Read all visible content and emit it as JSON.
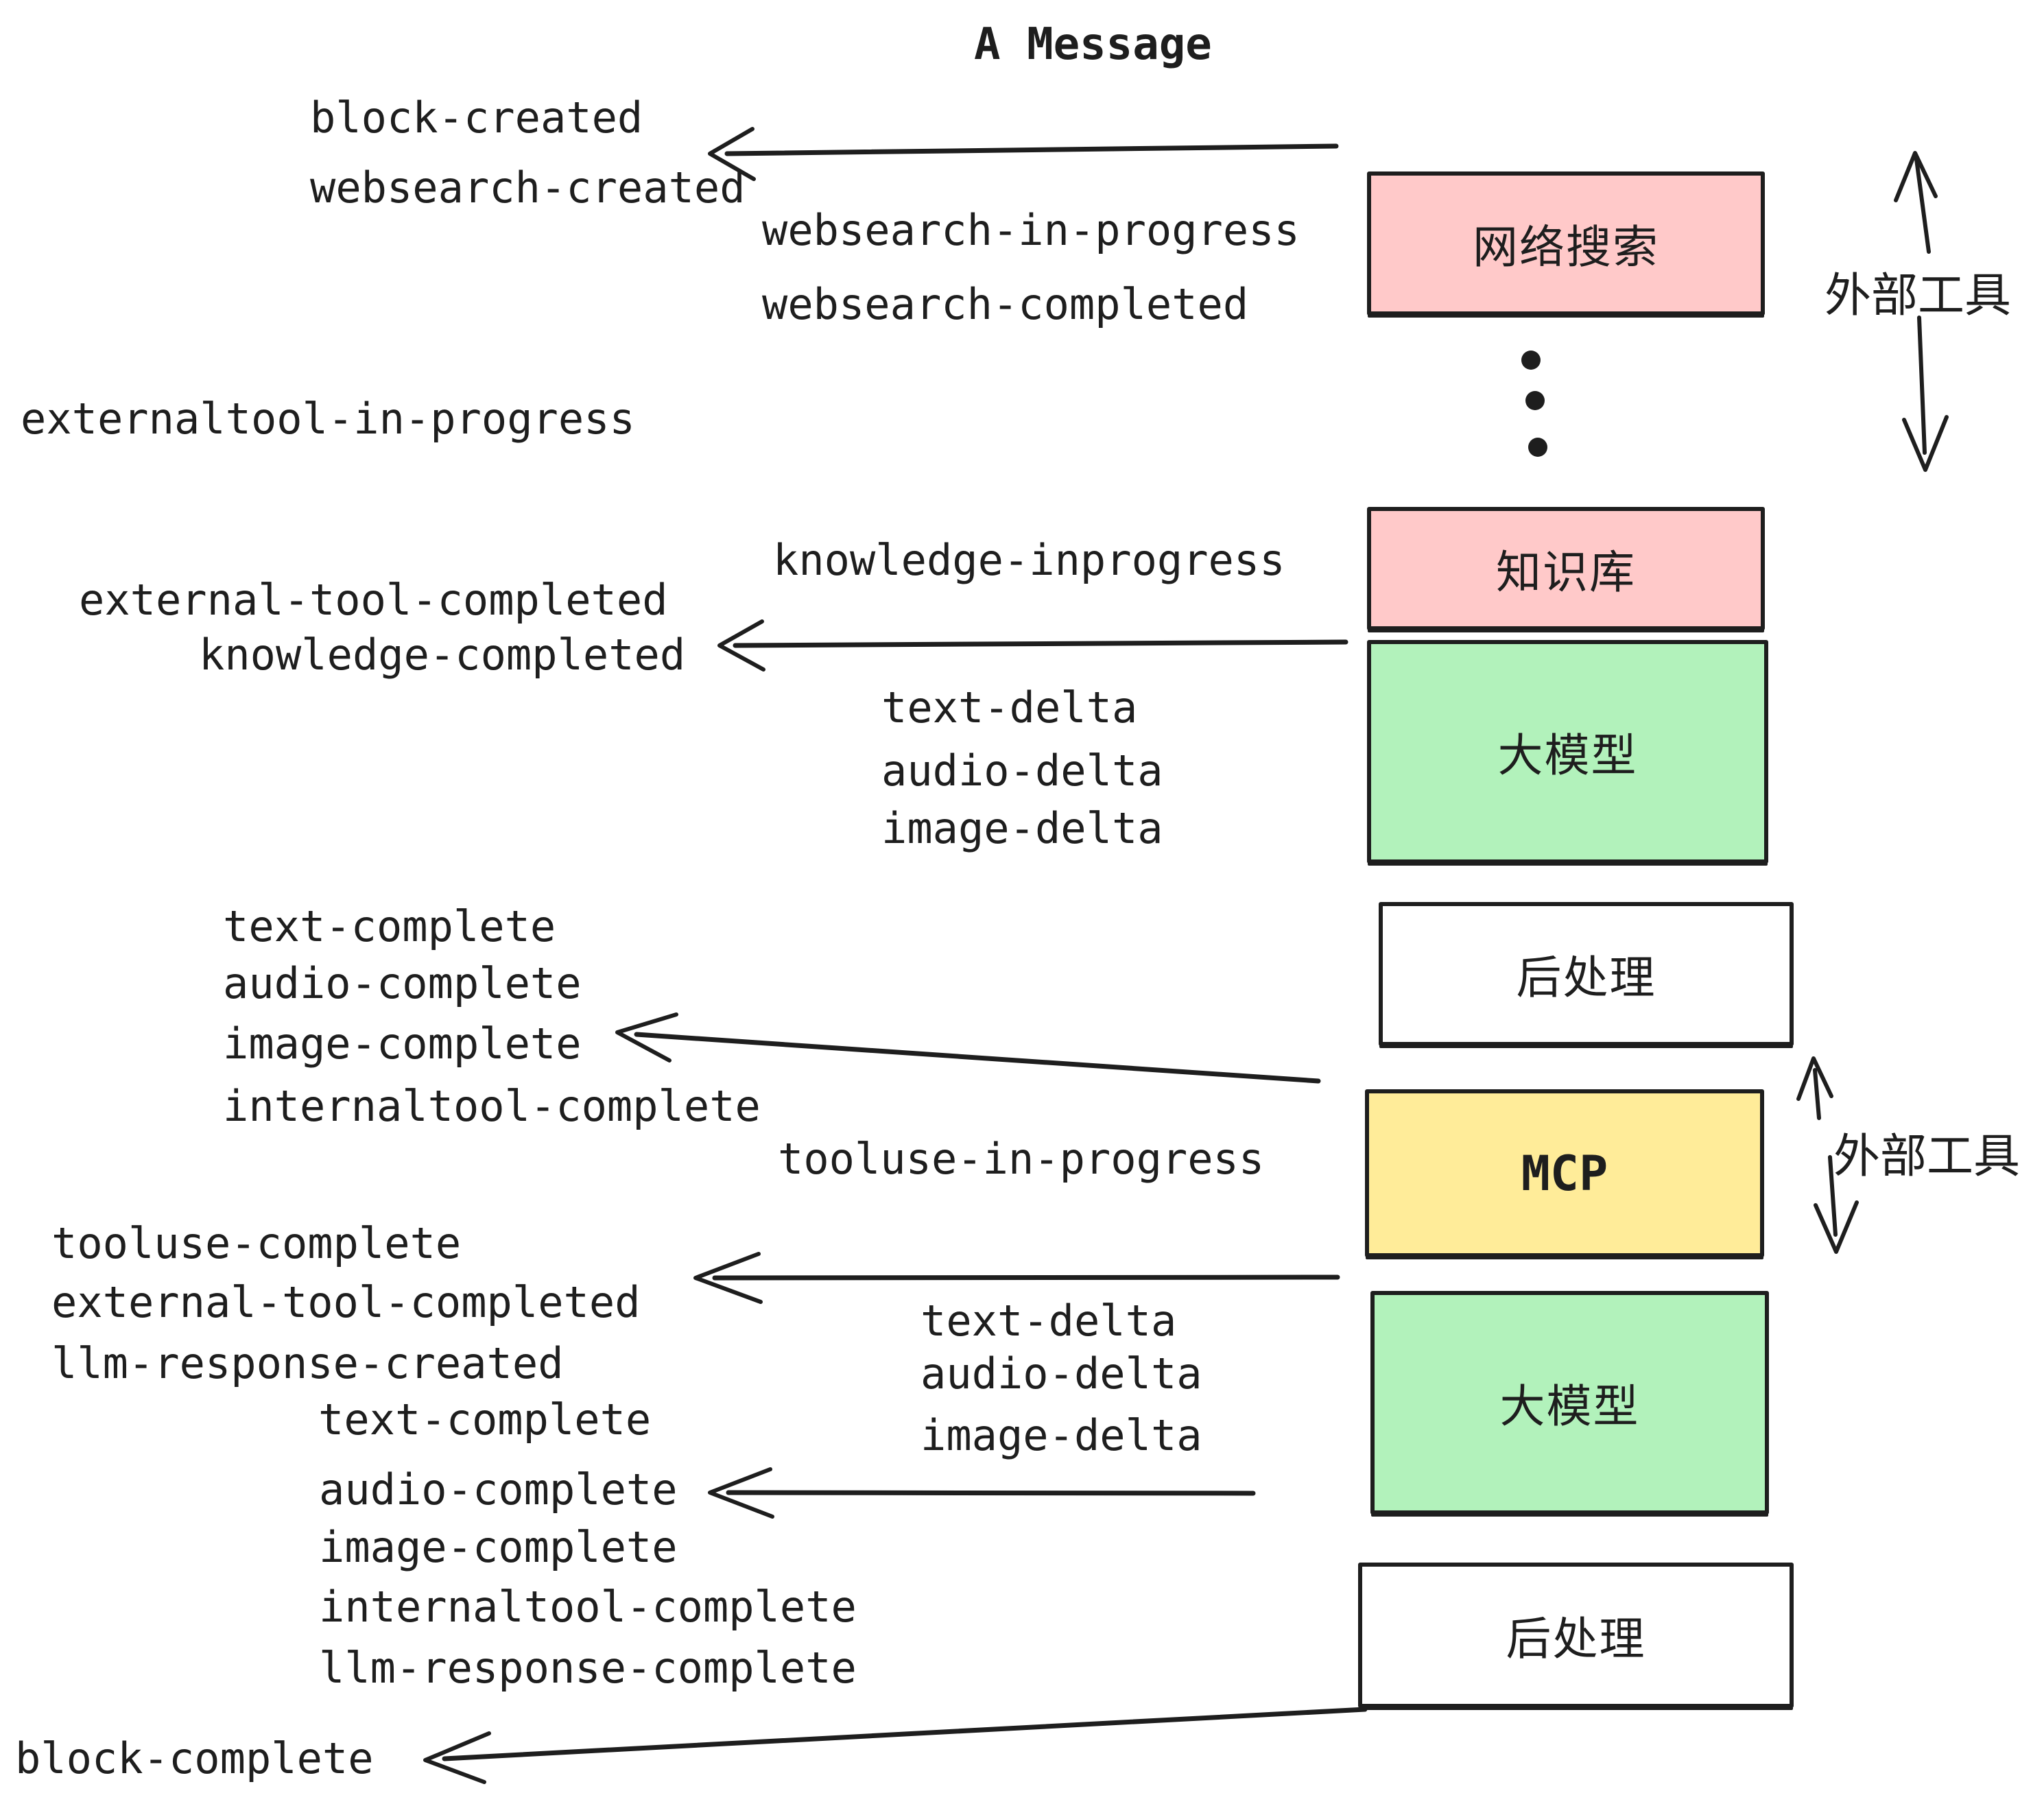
{
  "title": "A Message",
  "colors": {
    "pink": "#ffc9c9",
    "green": "#b2f2bb",
    "yellow": "#ffec99",
    "white": "#ffffff",
    "stroke": "#1e1e1e"
  },
  "boxes": [
    {
      "id": "websearch",
      "label": "网络搜索",
      "color": "pink"
    },
    {
      "id": "knowledge",
      "label": "知识库",
      "color": "pink"
    },
    {
      "id": "llm-1",
      "label": "大模型",
      "color": "green"
    },
    {
      "id": "postprocess-1",
      "label": "后处理",
      "color": "white"
    },
    {
      "id": "mcp",
      "label": "MCP",
      "color": "yellow"
    },
    {
      "id": "llm-2",
      "label": "大模型",
      "color": "green"
    },
    {
      "id": "postprocess-2",
      "label": "后处理",
      "color": "white"
    }
  ],
  "side_labels": {
    "top": "外部工具",
    "mcp": "外部工具"
  },
  "events": {
    "block_created": "block-created",
    "websearch_created": "websearch-created",
    "websearch_in_progress": "websearch-in-progress",
    "websearch_completed": "websearch-completed",
    "externaltool_in_progress": "externaltool-in-progress",
    "knowledge_inprogress": "knowledge-inprogress",
    "external_tool_completed": "external-tool-completed",
    "knowledge_completed": "knowledge-completed",
    "text_delta": "text-delta",
    "audio_delta": "audio-delta",
    "image_delta": "image-delta",
    "text_complete": "text-complete",
    "audio_complete": "audio-complete",
    "image_complete": "image-complete",
    "internaltool_complete": "internaltool-complete",
    "tooluse_in_progress": "tooluse-in-progress",
    "tooluse_complete": "tooluse-complete",
    "llm_response_created": "llm-response-created",
    "llm_response_complete": "llm-response-complete",
    "block_complete": "block-complete"
  },
  "dots_count": 3
}
